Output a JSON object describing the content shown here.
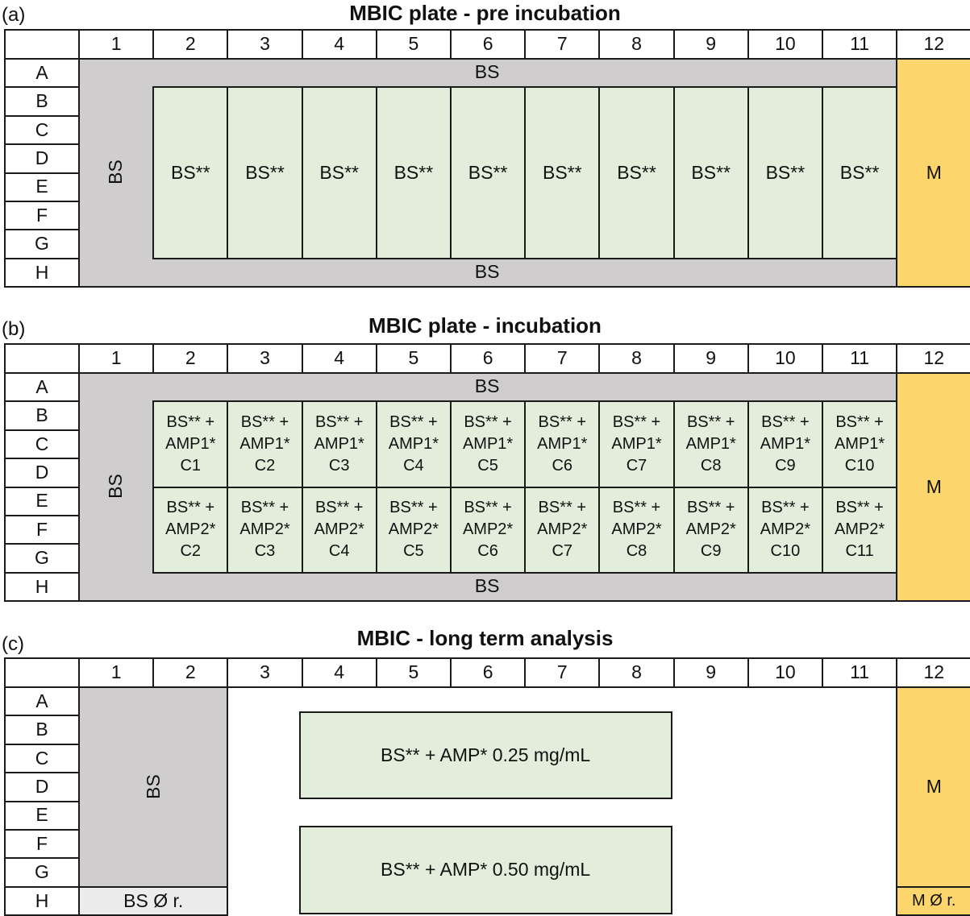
{
  "columns": [
    "1",
    "2",
    "3",
    "4",
    "5",
    "6",
    "7",
    "8",
    "9",
    "10",
    "11",
    "12"
  ],
  "rows": [
    "A",
    "B",
    "C",
    "D",
    "E",
    "F",
    "G",
    "H"
  ],
  "panel_a": {
    "label": "(a)",
    "title": "MBIC plate - pre incubation",
    "border_top": "BS",
    "border_bottom": "BS",
    "border_left": "BS",
    "medium": "M",
    "wells": [
      "BS**",
      "BS**",
      "BS**",
      "BS**",
      "BS**",
      "BS**",
      "BS**",
      "BS**",
      "BS**",
      "BS**"
    ]
  },
  "panel_b": {
    "label": "(b)",
    "title": "MBIC plate - incubation",
    "border_top": "BS",
    "border_bottom": "BS",
    "border_left": "BS",
    "medium": "M",
    "upper": [
      [
        "BS** +",
        "AMP1*",
        "C1"
      ],
      [
        "BS** +",
        "AMP1*",
        "C2"
      ],
      [
        "BS** +",
        "AMP1*",
        "C3"
      ],
      [
        "BS** +",
        "AMP1*",
        "C4"
      ],
      [
        "BS** +",
        "AMP1*",
        "C5"
      ],
      [
        "BS** +",
        "AMP1*",
        "C6"
      ],
      [
        "BS** +",
        "AMP1*",
        "C7"
      ],
      [
        "BS** +",
        "AMP1*",
        "C8"
      ],
      [
        "BS** +",
        "AMP1*",
        "C9"
      ],
      [
        "BS** +",
        "AMP1*",
        "C10"
      ]
    ],
    "lower": [
      [
        "BS** +",
        "AMP2*",
        "C2"
      ],
      [
        "BS** +",
        "AMP2*",
        "C3"
      ],
      [
        "BS** +",
        "AMP2*",
        "C4"
      ],
      [
        "BS** +",
        "AMP2*",
        "C5"
      ],
      [
        "BS** +",
        "AMP2*",
        "C6"
      ],
      [
        "BS** +",
        "AMP2*",
        "C7"
      ],
      [
        "BS** +",
        "AMP2*",
        "C8"
      ],
      [
        "BS** +",
        "AMP2*",
        "C9"
      ],
      [
        "BS** +",
        "AMP2*",
        "C10"
      ],
      [
        "BS** +",
        "AMP2*",
        "C11"
      ]
    ]
  },
  "panel_c": {
    "label": "(c)",
    "title": "MBIC - long term analysis",
    "bs_block": "BS",
    "bs_no_r": "BS Ø r.",
    "medium": "M",
    "medium_no_r": "M Ø r.",
    "group1": "BS** + AMP* 0.25 mg/mL",
    "group2": "BS** + AMP* 0.50 mg/mL"
  },
  "colors": {
    "bs": "#cfcdce",
    "medium": "#fcd56c",
    "wells": "#e2eedb",
    "bs_no_r": "#ececec"
  }
}
